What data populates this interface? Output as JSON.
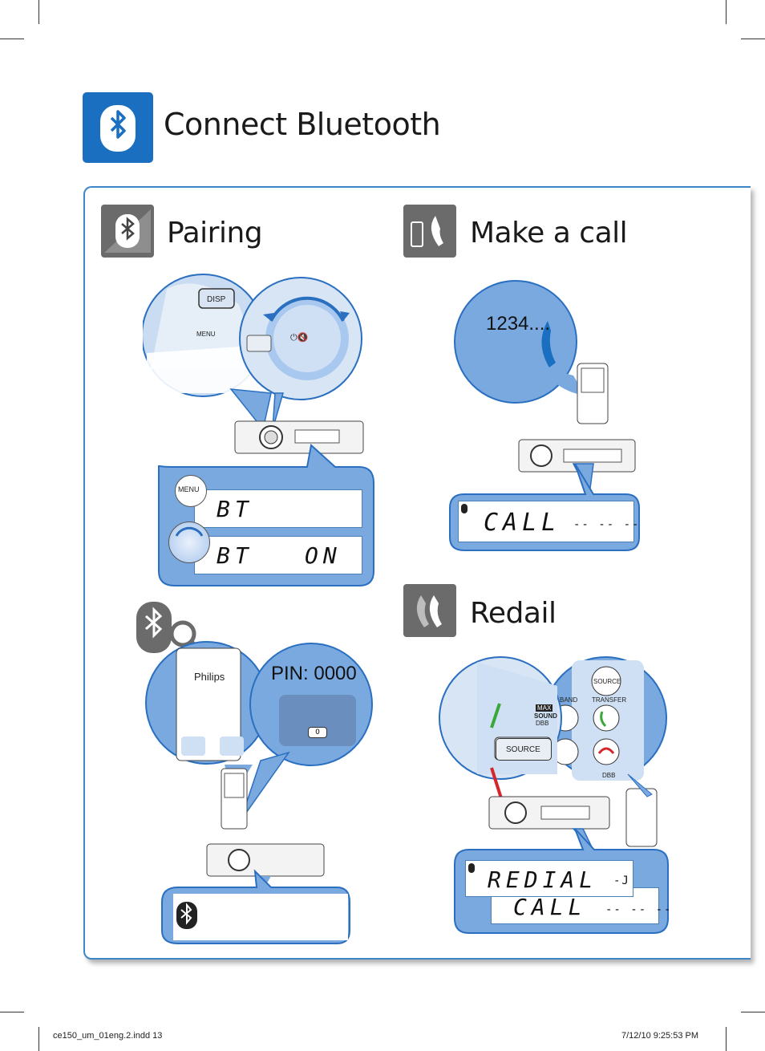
{
  "page": {
    "title": "Connect Bluetooth",
    "footer_left": "ce150_um_01eng.2.indd   13",
    "footer_right": "7/12/10   9:25:53 PM"
  },
  "sections": {
    "pairing": {
      "title": "Pairing",
      "disp_label": "DISP",
      "menu_label": "MENU",
      "menu_button": "MENU",
      "lcd_line1": "BT",
      "lcd_line2_left": "BT",
      "lcd_line2_right": "ON",
      "phone_name": "Philips",
      "pin": "PIN: 0000",
      "keypad_zero": "0"
    },
    "make_call": {
      "title": "Make a call",
      "number": "1234....",
      "lcd_text": "CALL",
      "lcd_dashes": "-- -- --"
    },
    "redial": {
      "title": "Redail",
      "source_label": "SOURCE",
      "source_btn": "SOURCE",
      "transfer_label": "TRANSFER",
      "band_label": "BAND",
      "dbb_label": "DBB",
      "maxsound_top": "MAX",
      "maxsound_mid": "SOUND",
      "maxsound_bot": "DBB",
      "lcd_line1": "REDIAL",
      "lcd_line1_mark": "-J",
      "lcd_line2": "CALL",
      "lcd_dashes": "-- -- --"
    }
  },
  "colors": {
    "bluetooth_blue": "#1a6fc0",
    "bubble_blue": "#7aa9e0",
    "panel_border": "#3d87c8",
    "icon_gray": "#6b6b6b",
    "green": "#3aa73a",
    "red": "#d6262b"
  },
  "icons": [
    "bluetooth-icon",
    "pairing-icon",
    "phone-call-icon",
    "redial-icon",
    "search-icon",
    "call-icon",
    "hangup-icon"
  ]
}
